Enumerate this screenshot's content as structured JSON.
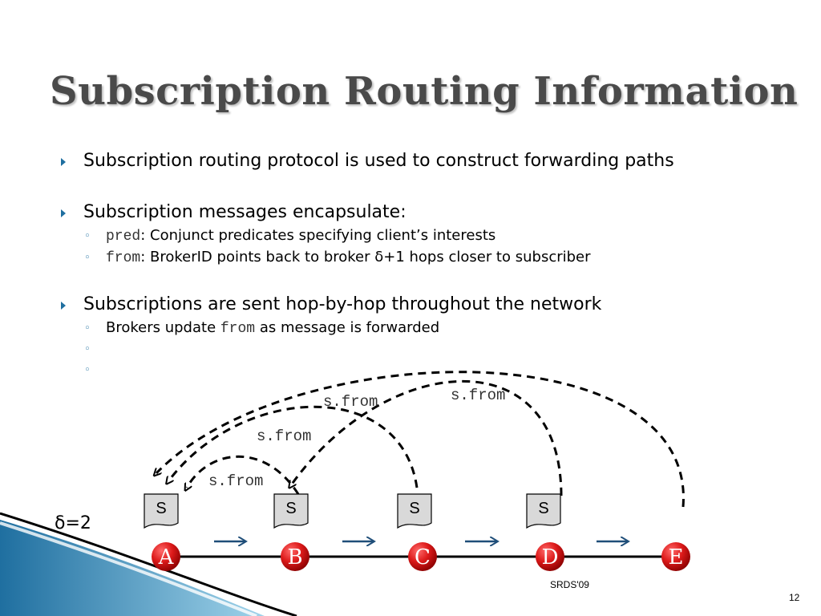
{
  "slide": {
    "title": "Subscription Routing Information",
    "bullets": [
      {
        "text": "Subscription routing protocol is used to construct forwarding paths"
      },
      {
        "text": "Subscription messages encapsulate:",
        "sub": [
          {
            "code": "pred",
            "text": ": Conjunct predicates specifying client’s interests"
          },
          {
            "code": "from",
            "text": ": BrokerID points back to broker δ+1 hops closer to subscriber"
          }
        ]
      },
      {
        "text": "Subscriptions are sent hop-by-hop throughout the network",
        "sub": [
          {
            "pre": "Brokers update ",
            "code": "from",
            "post": " as message is forwarded"
          },
          {
            "text": ""
          },
          {
            "text": ""
          }
        ]
      }
    ],
    "diagram": {
      "delta_label": "δ=2",
      "brokers": [
        "A",
        "B",
        "C",
        "D",
        "E"
      ],
      "subscription_label": "S",
      "from_label": "s.from",
      "colors": {
        "broker": "#cc1111",
        "arrow": "#1f4e79",
        "doc": "#d9d9d9"
      }
    },
    "footer": {
      "conference": "SRDS'09",
      "page": "12"
    }
  }
}
